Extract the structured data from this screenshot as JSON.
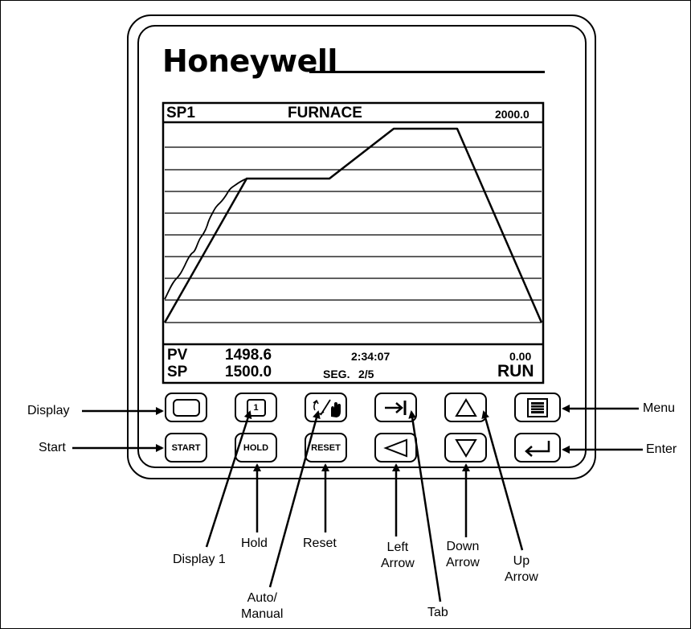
{
  "brand": "Honeywell",
  "screen": {
    "sp_label": "SP1",
    "title": "FURNACE",
    "range_max": "2000.0",
    "pv_label": "PV",
    "pv_value": "1498.6",
    "time": "2:34:07",
    "rate": "0.00",
    "sp_label2": "SP",
    "sp_value": "1500.0",
    "seg_label": "SEG.",
    "seg_value": "2/5",
    "status": "RUN"
  },
  "buttons": {
    "start": "START",
    "hold": "HOLD",
    "reset": "RESET",
    "display1": "1"
  },
  "callouts": {
    "display": "Display",
    "start": "Start",
    "menu": "Menu",
    "enter": "Enter",
    "hold": "Hold",
    "reset": "Reset",
    "display_1": "Display 1",
    "auto_manual": "Auto/\nManual",
    "left_arrow": "Left\nArrow",
    "down_arrow": "Down\nArrow",
    "up_arrow": "Up\nArrow",
    "tab": "Tab"
  }
}
